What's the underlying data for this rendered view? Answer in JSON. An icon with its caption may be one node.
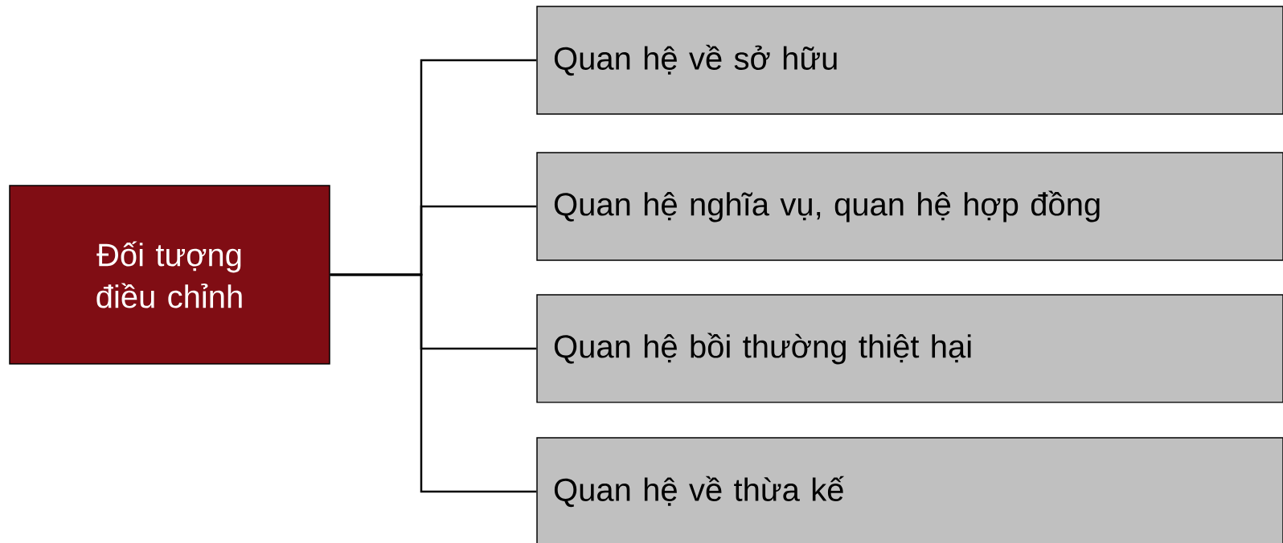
{
  "diagram": {
    "nodes": [
      {
        "text": [
          "Đối tượng điều chỉnh"
        ]
      },
      {
        "text": [
          "Quan hệ về sở hữu"
        ]
      },
      {
        "text": [
          "Quan hệ nghĩa vụ, quan hệ hợp đồng"
        ]
      },
      {
        "text": [
          "Quan hệ bồi thường thiệt hại"
        ]
      },
      {
        "text": [
          "Quan hệ về thừa kế"
        ]
      }
    ],
    "edges": [
      {
        "from": 0,
        "to": 1,
        "arrow": "none"
      },
      {
        "from": 0,
        "to": 2,
        "arrow": "none"
      },
      {
        "from": 0,
        "to": 3,
        "arrow": "none"
      },
      {
        "from": 0,
        "to": 4,
        "arrow": "none"
      }
    ]
  }
}
